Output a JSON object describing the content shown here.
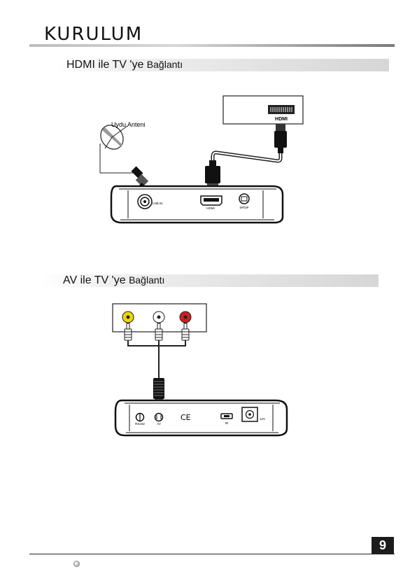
{
  "page": {
    "title": "KURULUM",
    "page_number": "9"
  },
  "hdmi_section": {
    "heading_a": "HDMI",
    "heading_b": " ile TV 'ye ",
    "heading_c": "Bağlantı",
    "antenna_label": "Uydu Anteni",
    "tv_port_label": "HDMI",
    "device_ports": [
      "LNB IN",
      "HDMI",
      "SPDIF"
    ]
  },
  "av_section": {
    "heading_a": "AV",
    "heading_b": "  ile TV 'ye ",
    "heading_c": "Bağlantı",
    "device_ports": [
      "RS232",
      "AV",
      "CE",
      "IR",
      "12V"
    ]
  },
  "colors": {
    "rca_yellow": "#f2d600",
    "rca_white": "#ffffff",
    "rca_red": "#d21d1d"
  }
}
